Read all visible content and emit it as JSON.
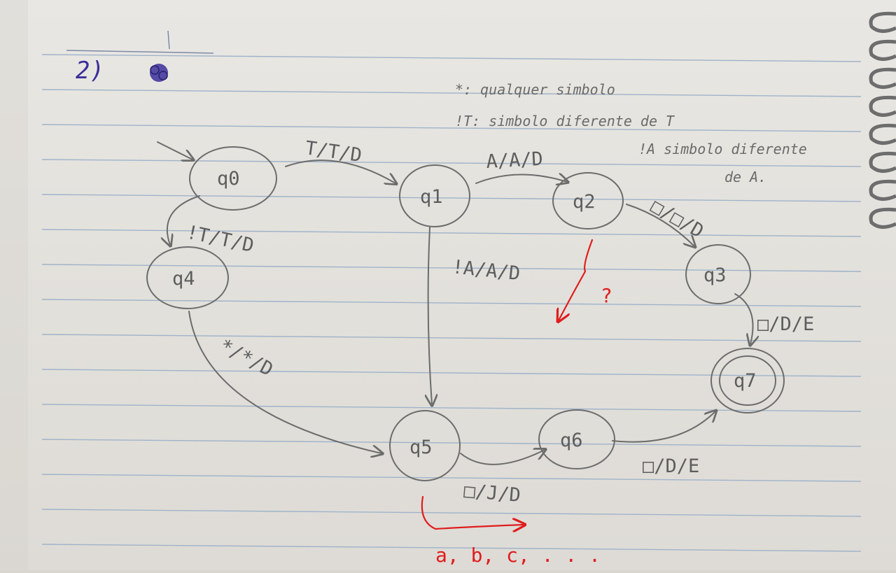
{
  "problem_number": "2)",
  "legend": {
    "line1": "*: qualquer simbolo",
    "line2": "!T: simbolo diferente de T",
    "line3": "!A simbolo diferente",
    "line4": "de A."
  },
  "states": [
    {
      "id": "q0",
      "label": "q0"
    },
    {
      "id": "q1",
      "label": "q1"
    },
    {
      "id": "q2",
      "label": "q2"
    },
    {
      "id": "q3",
      "label": "q3"
    },
    {
      "id": "q4",
      "label": "q4"
    },
    {
      "id": "q5",
      "label": "q5"
    },
    {
      "id": "q6",
      "label": "q6"
    },
    {
      "id": "q7",
      "label": "q7",
      "accepting": true
    }
  ],
  "transitions": {
    "q0_q1": "T/T/D",
    "q1_q2": "A/A/D",
    "q2_q3": "□/□/D",
    "q3_q7": "□/D/E",
    "q0_q4": "!T/T/D",
    "q1_q5": "!A/A/D",
    "q4_q5": "*/*/D",
    "q5_q6": "□/J/D",
    "q6_q7": "□/D/E"
  },
  "annotations": {
    "question": "?",
    "alphabet": "a, b, c, . . ."
  },
  "colors": {
    "pencil": "#6c6c6c",
    "red_pen": "#e01d1d",
    "blue_pen": "#3b2f9a",
    "rule_line": "#9fb3c9"
  }
}
